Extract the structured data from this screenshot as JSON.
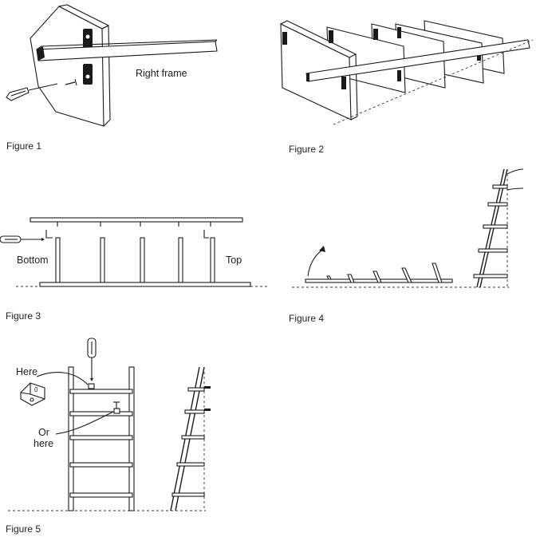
{
  "figures": {
    "fig1": {
      "caption": "Figure 1",
      "label_right_frame": "Right frame"
    },
    "fig2": {
      "caption": "Figure 2"
    },
    "fig3": {
      "caption": "Figure 3",
      "label_bottom": "Bottom",
      "label_top": "Top"
    },
    "fig4": {
      "caption": "Figure 4"
    },
    "fig5": {
      "caption": "Figure 5",
      "label_here": "Here",
      "label_or": "Or",
      "label_or_here": "here",
      "bracket_glyph": "0"
    }
  }
}
